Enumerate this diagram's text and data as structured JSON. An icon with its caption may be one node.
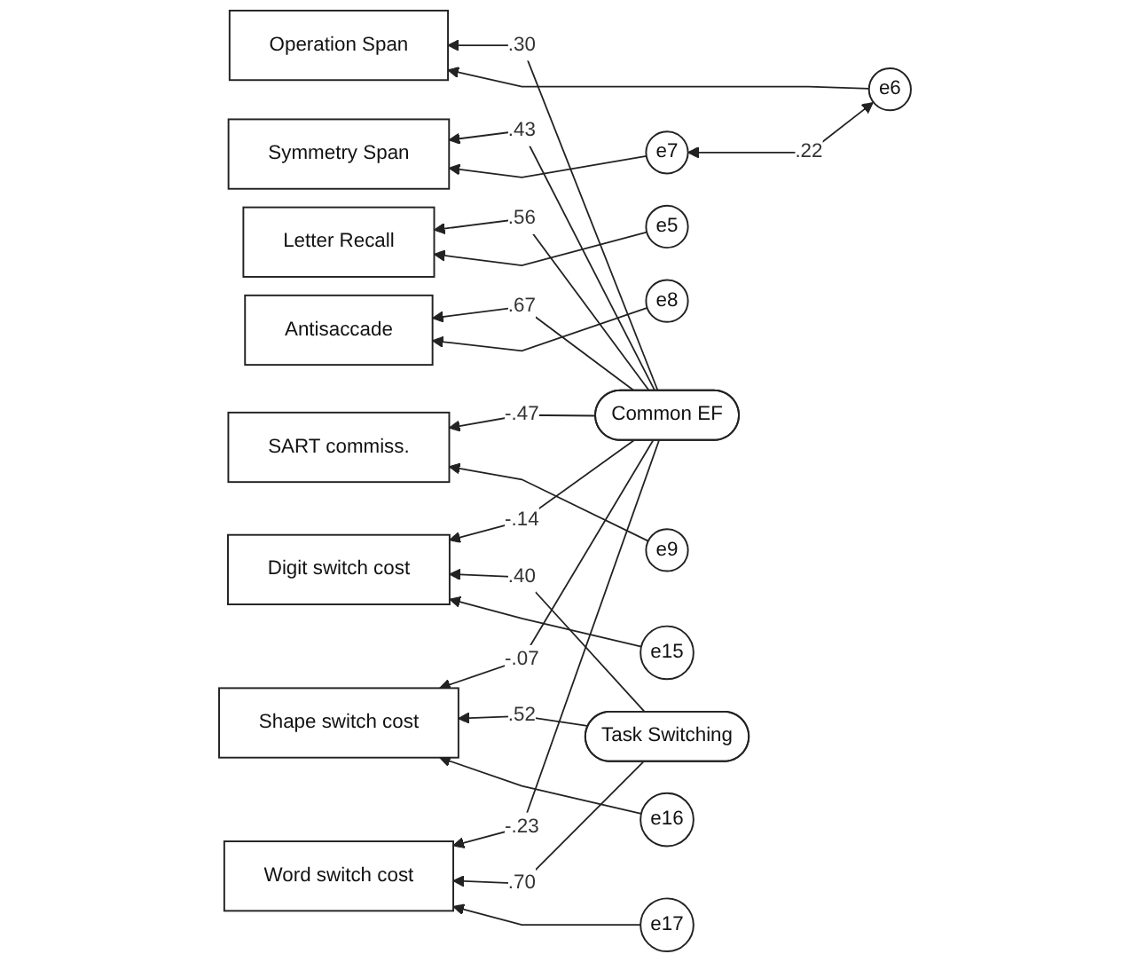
{
  "diagram": {
    "nodes": [
      {
        "text": [
          "Letter Recall"
        ]
      },
      {
        "text": [
          "e5"
        ]
      },
      {
        "text": [
          "Operation Span"
        ]
      },
      {
        "text": [
          "e6"
        ]
      },
      {
        "text": [
          "Symmetry Span"
        ]
      },
      {
        "text": [
          "e7"
        ]
      },
      {
        "text": [
          "Common EF"
        ]
      },
      {
        "text": [
          "Antisaccade"
        ]
      },
      {
        "text": [
          "e8"
        ]
      },
      {
        "text": [
          "SART commiss."
        ]
      },
      {
        "text": [
          "e9"
        ]
      },
      {
        "text": [
          "Digit switch cost"
        ]
      },
      {
        "text": [
          "e15"
        ]
      },
      {
        "text": [
          "Task Switching"
        ]
      },
      {
        "text": [
          "Shape switch cost"
        ]
      },
      {
        "text": [
          "e16"
        ]
      },
      {
        "text": [
          "Word switch cost"
        ]
      },
      {
        "text": [
          "e17"
        ]
      }
    ],
    "edges": [
      {
        "from": 6,
        "to": 0,
        "label": ".56",
        "arrow": "to"
      },
      {
        "from": 6,
        "to": 2,
        "label": ".30",
        "arrow": "to"
      },
      {
        "from": 6,
        "to": 4,
        "label": ".43",
        "arrow": "to"
      },
      {
        "from": 6,
        "to": 7,
        "label": ".67",
        "arrow": "to"
      },
      {
        "from": 6,
        "to": 9,
        "label": "-.47",
        "arrow": "to"
      },
      {
        "from": 6,
        "to": 11,
        "label": "-.14",
        "arrow": "to"
      },
      {
        "from": 6,
        "to": 14,
        "label": "-.07",
        "arrow": "to"
      },
      {
        "from": 6,
        "to": 16,
        "label": "-.23",
        "arrow": "to"
      },
      {
        "from": 13,
        "to": 11,
        "label": ".40",
        "arrow": "to"
      },
      {
        "from": 13,
        "to": 14,
        "label": ".52",
        "arrow": "to"
      },
      {
        "from": 13,
        "to": 16,
        "label": ".70",
        "arrow": "to"
      },
      {
        "from": 1,
        "to": 0,
        "arrow": "to"
      },
      {
        "from": 3,
        "to": 2,
        "arrow": "to"
      },
      {
        "from": 5,
        "to": 4,
        "arrow": "to"
      },
      {
        "from": 8,
        "to": 7,
        "arrow": "to"
      },
      {
        "from": 10,
        "to": 9,
        "arrow": "to"
      },
      {
        "from": 12,
        "to": 11,
        "arrow": "to"
      },
      {
        "from": 15,
        "to": 14,
        "arrow": "to"
      },
      {
        "from": 17,
        "to": 16,
        "arrow": "to"
      },
      {
        "from": 3,
        "to": 5,
        "label": ".22",
        "arrow": "both"
      }
    ]
  }
}
